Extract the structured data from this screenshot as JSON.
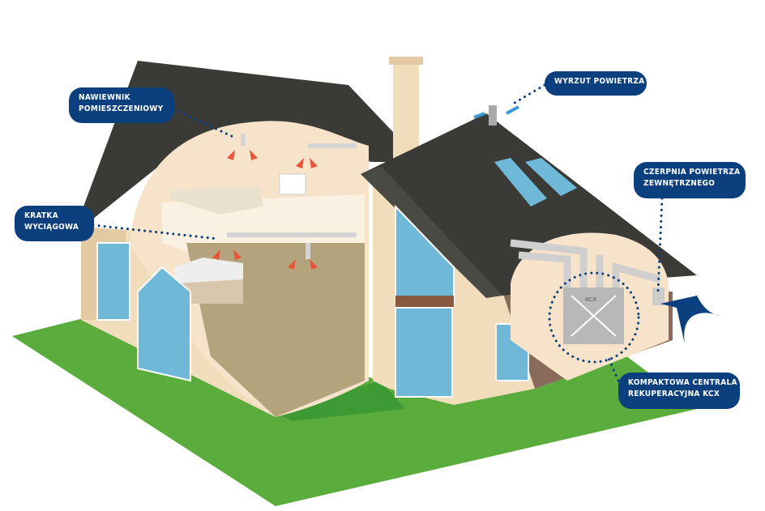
{
  "labels": {
    "supply_vent": [
      "NAWIEWNIK",
      "POMIESZCZENIOWY"
    ],
    "exhaust_grille": [
      "KRATKA",
      "WYCIĄGOWA"
    ],
    "air_outlet": [
      "WYRZUT POWIETRZA"
    ],
    "air_intake": [
      "CZERPNIA POWIETRZA",
      "ZEWNĘTRZNEGO"
    ],
    "recuperator": [
      "KOMPAKTOWA CENTRALA",
      "REKUPERACYJNA KCX"
    ]
  },
  "unit_logo": "KCX",
  "colors": {
    "label_bg": "#0b3f7e",
    "grass": "#5aac3c",
    "wall": "#f1dcbc",
    "roof": "#3a3a36",
    "window": "#6fb8d8",
    "arrow_red": "#e8553a",
    "arrow_blue": "#3a9ad9"
  }
}
